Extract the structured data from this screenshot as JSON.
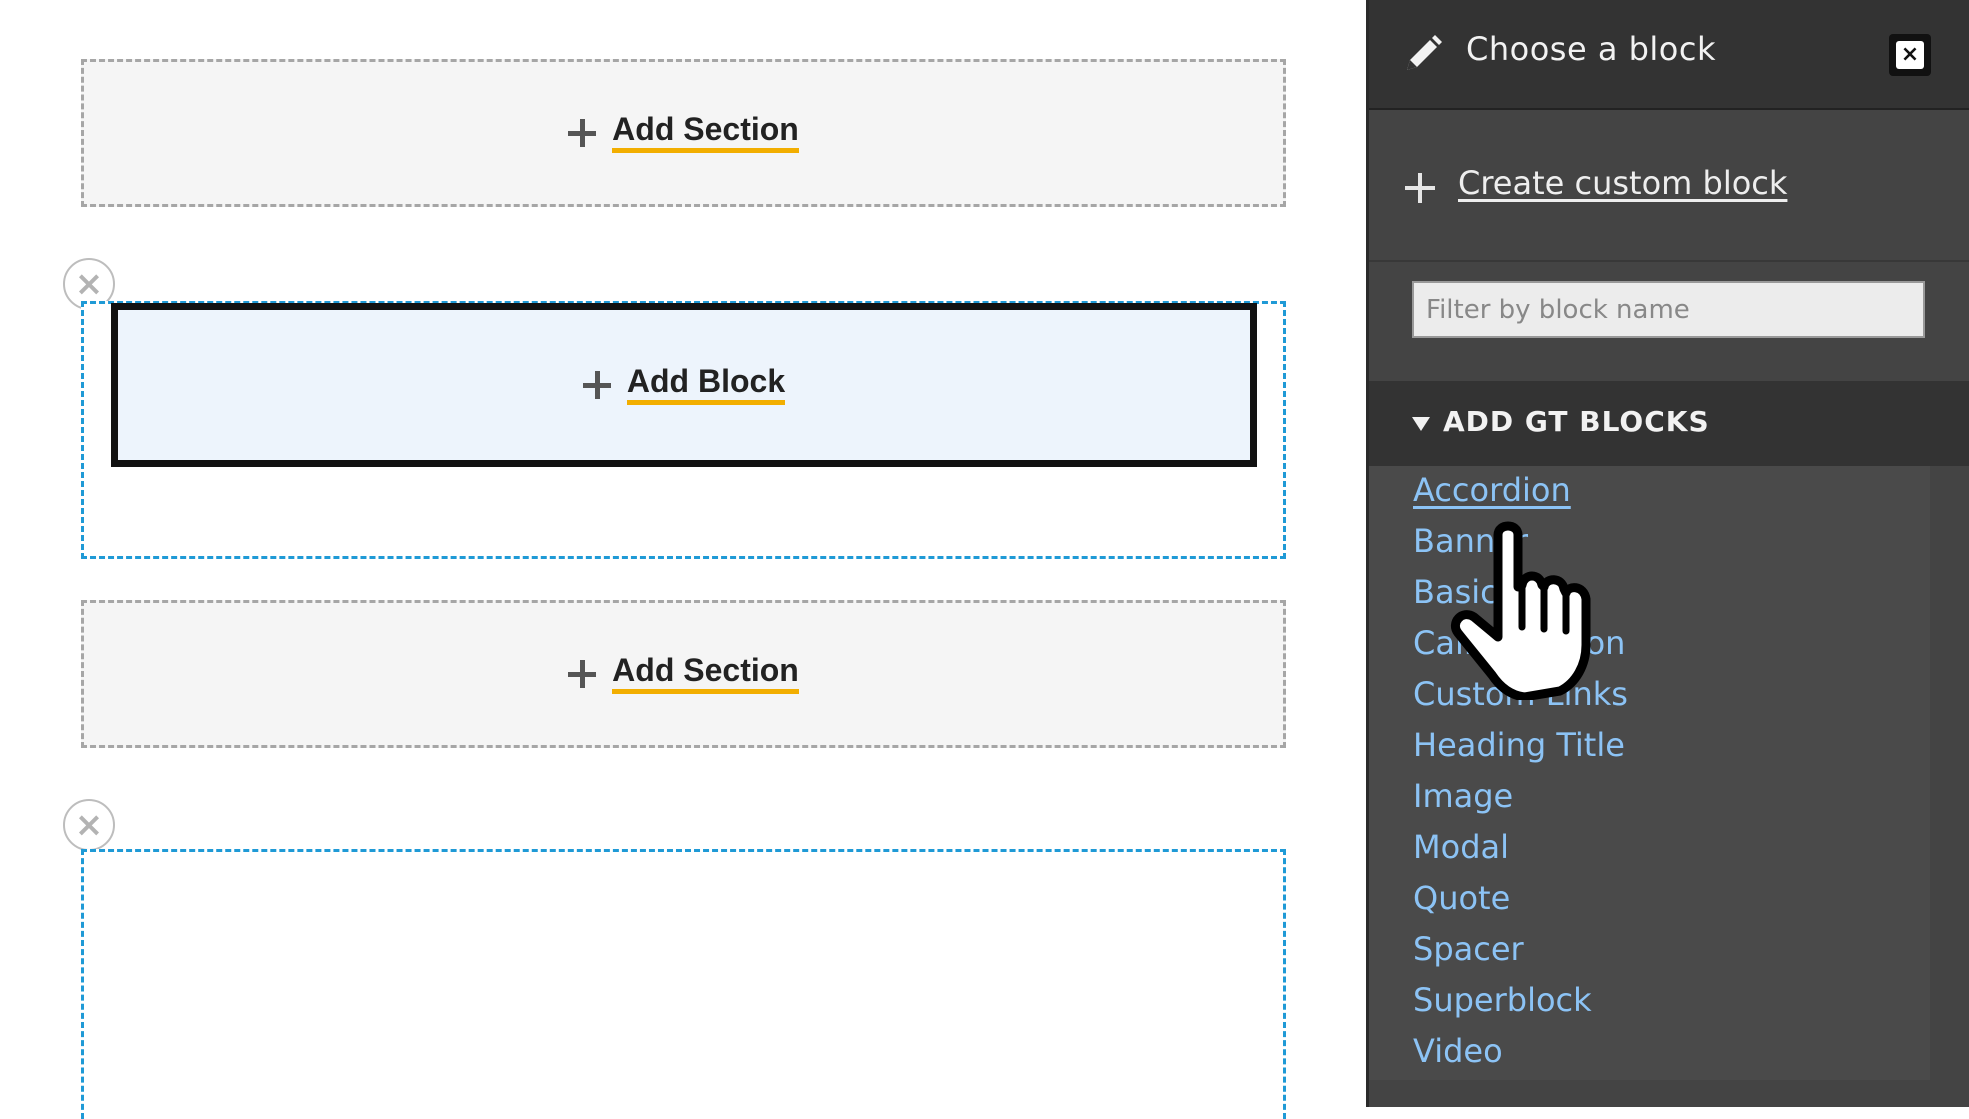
{
  "canvas": {
    "sections": [
      {
        "add_section_label": "Add Section"
      },
      {
        "add_section_label": "Add Section"
      }
    ],
    "add_block_label": "Add Block",
    "remove_icon": "×"
  },
  "sidebar": {
    "title": "Choose a block",
    "close_icon": "×",
    "create_custom_label": "Create custom block",
    "filter": {
      "placeholder": "Filter by block name",
      "value": ""
    },
    "group": {
      "title": "ADD GT BLOCKS",
      "items": [
        {
          "label": "Accordion"
        },
        {
          "label": "Banner"
        },
        {
          "label": "Basic"
        },
        {
          "label": "Call to Action"
        },
        {
          "label": "Custom Links"
        },
        {
          "label": "Heading Title"
        },
        {
          "label": "Image"
        },
        {
          "label": "Modal"
        },
        {
          "label": "Quote"
        },
        {
          "label": "Spacer"
        },
        {
          "label": "Superblock"
        },
        {
          "label": "Video"
        }
      ]
    }
  },
  "colors": {
    "accent_underline": "#f2ae00",
    "region_border": "#1f9ad6",
    "sidebar_bg": "#444444",
    "sidebar_link": "#8cc3f5",
    "add_block_bg": "#edf4fc"
  },
  "icons": [
    "plus-icon",
    "close-icon",
    "pencil-icon",
    "caret-down-icon",
    "pointer-cursor-icon"
  ]
}
